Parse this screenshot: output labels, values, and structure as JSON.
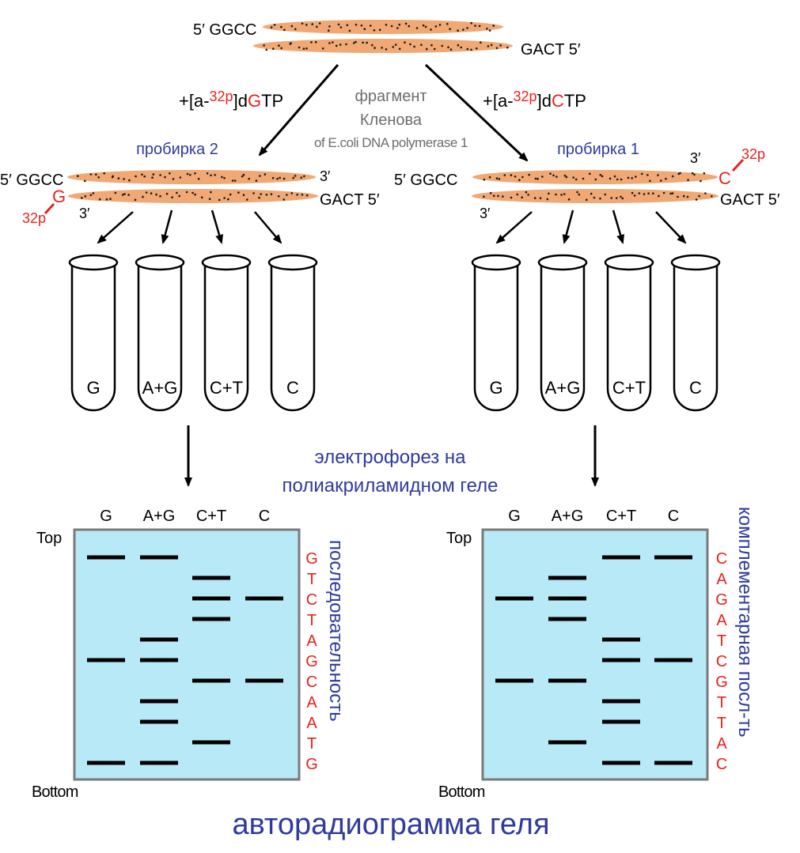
{
  "colors": {
    "strand": "#f0a874",
    "dots": "#1a1a1a",
    "gel": "#b7e9f6",
    "gel_border": "#7a7a7a",
    "red": "#e8221c",
    "blue": "#2f3a9c",
    "gray": "#6d6d6d"
  },
  "top_duplex": {
    "left_label": "5′ GGCC",
    "right_label": "GACT 5′"
  },
  "enzyme_label": [
    "фрагмент",
    "Кленова",
    "of E.coli DNA polymerase 1"
  ],
  "left_branch": {
    "reagent": {
      "pre": "+[a-",
      "sup": "32p",
      "mid": "]d",
      "base": "G",
      "post": "TP"
    },
    "tube_label": "пробирка 2",
    "duplex": {
      "left_label": "5′ GGCC",
      "right_top": "3′",
      "right_bottom": "GACT 5′",
      "end3": "3′",
      "added_base": "G",
      "label32p": "32p"
    }
  },
  "right_branch": {
    "reagent": {
      "pre": "+[a-",
      "sup": "32p",
      "mid": "]d",
      "base": "C",
      "post": "TP"
    },
    "tube_label": "пробирка 1",
    "duplex": {
      "left_label": "5′ GGCC",
      "right_top": "3′",
      "right_bottom": "GACT 5′",
      "end3": "3′",
      "added_base": "C",
      "label32p": "32p"
    }
  },
  "tube_labels": [
    "G",
    "A+G",
    "C+T",
    "C"
  ],
  "electrophoresis_label": [
    "электрофорез на",
    "полиакриламидном геле"
  ],
  "gels": [
    {
      "lanes": [
        "G",
        "A+G",
        "C+T",
        "C"
      ],
      "top_label": "Top",
      "bottom_label": "Bottom",
      "bands": {
        "G": [
          1,
          6,
          11
        ],
        "A+G": [
          1,
          5,
          6,
          8,
          9,
          11
        ],
        "C+T": [
          2,
          3,
          4,
          7,
          10
        ],
        "C": [
          3,
          7
        ]
      },
      "side_sequence": [
        "G",
        "T",
        "C",
        "T",
        "A",
        "G",
        "C",
        "A",
        "A",
        "T",
        "G"
      ],
      "side_label": "последовательность"
    },
    {
      "lanes": [
        "G",
        "A+G",
        "C+T",
        "C"
      ],
      "top_label": "Top",
      "bottom_label": "Bottom",
      "bands": {
        "G": [
          3,
          7
        ],
        "A+G": [
          2,
          3,
          4,
          7,
          10
        ],
        "C+T": [
          1,
          5,
          6,
          8,
          9,
          11
        ],
        "C": [
          1,
          6,
          11
        ]
      },
      "side_sequence": [
        "C",
        "A",
        "G",
        "A",
        "T",
        "C",
        "G",
        "T",
        "T",
        "A",
        "C"
      ],
      "side_label": "комплементарная посл-ть"
    }
  ],
  "caption": "авторадиограмма геля"
}
